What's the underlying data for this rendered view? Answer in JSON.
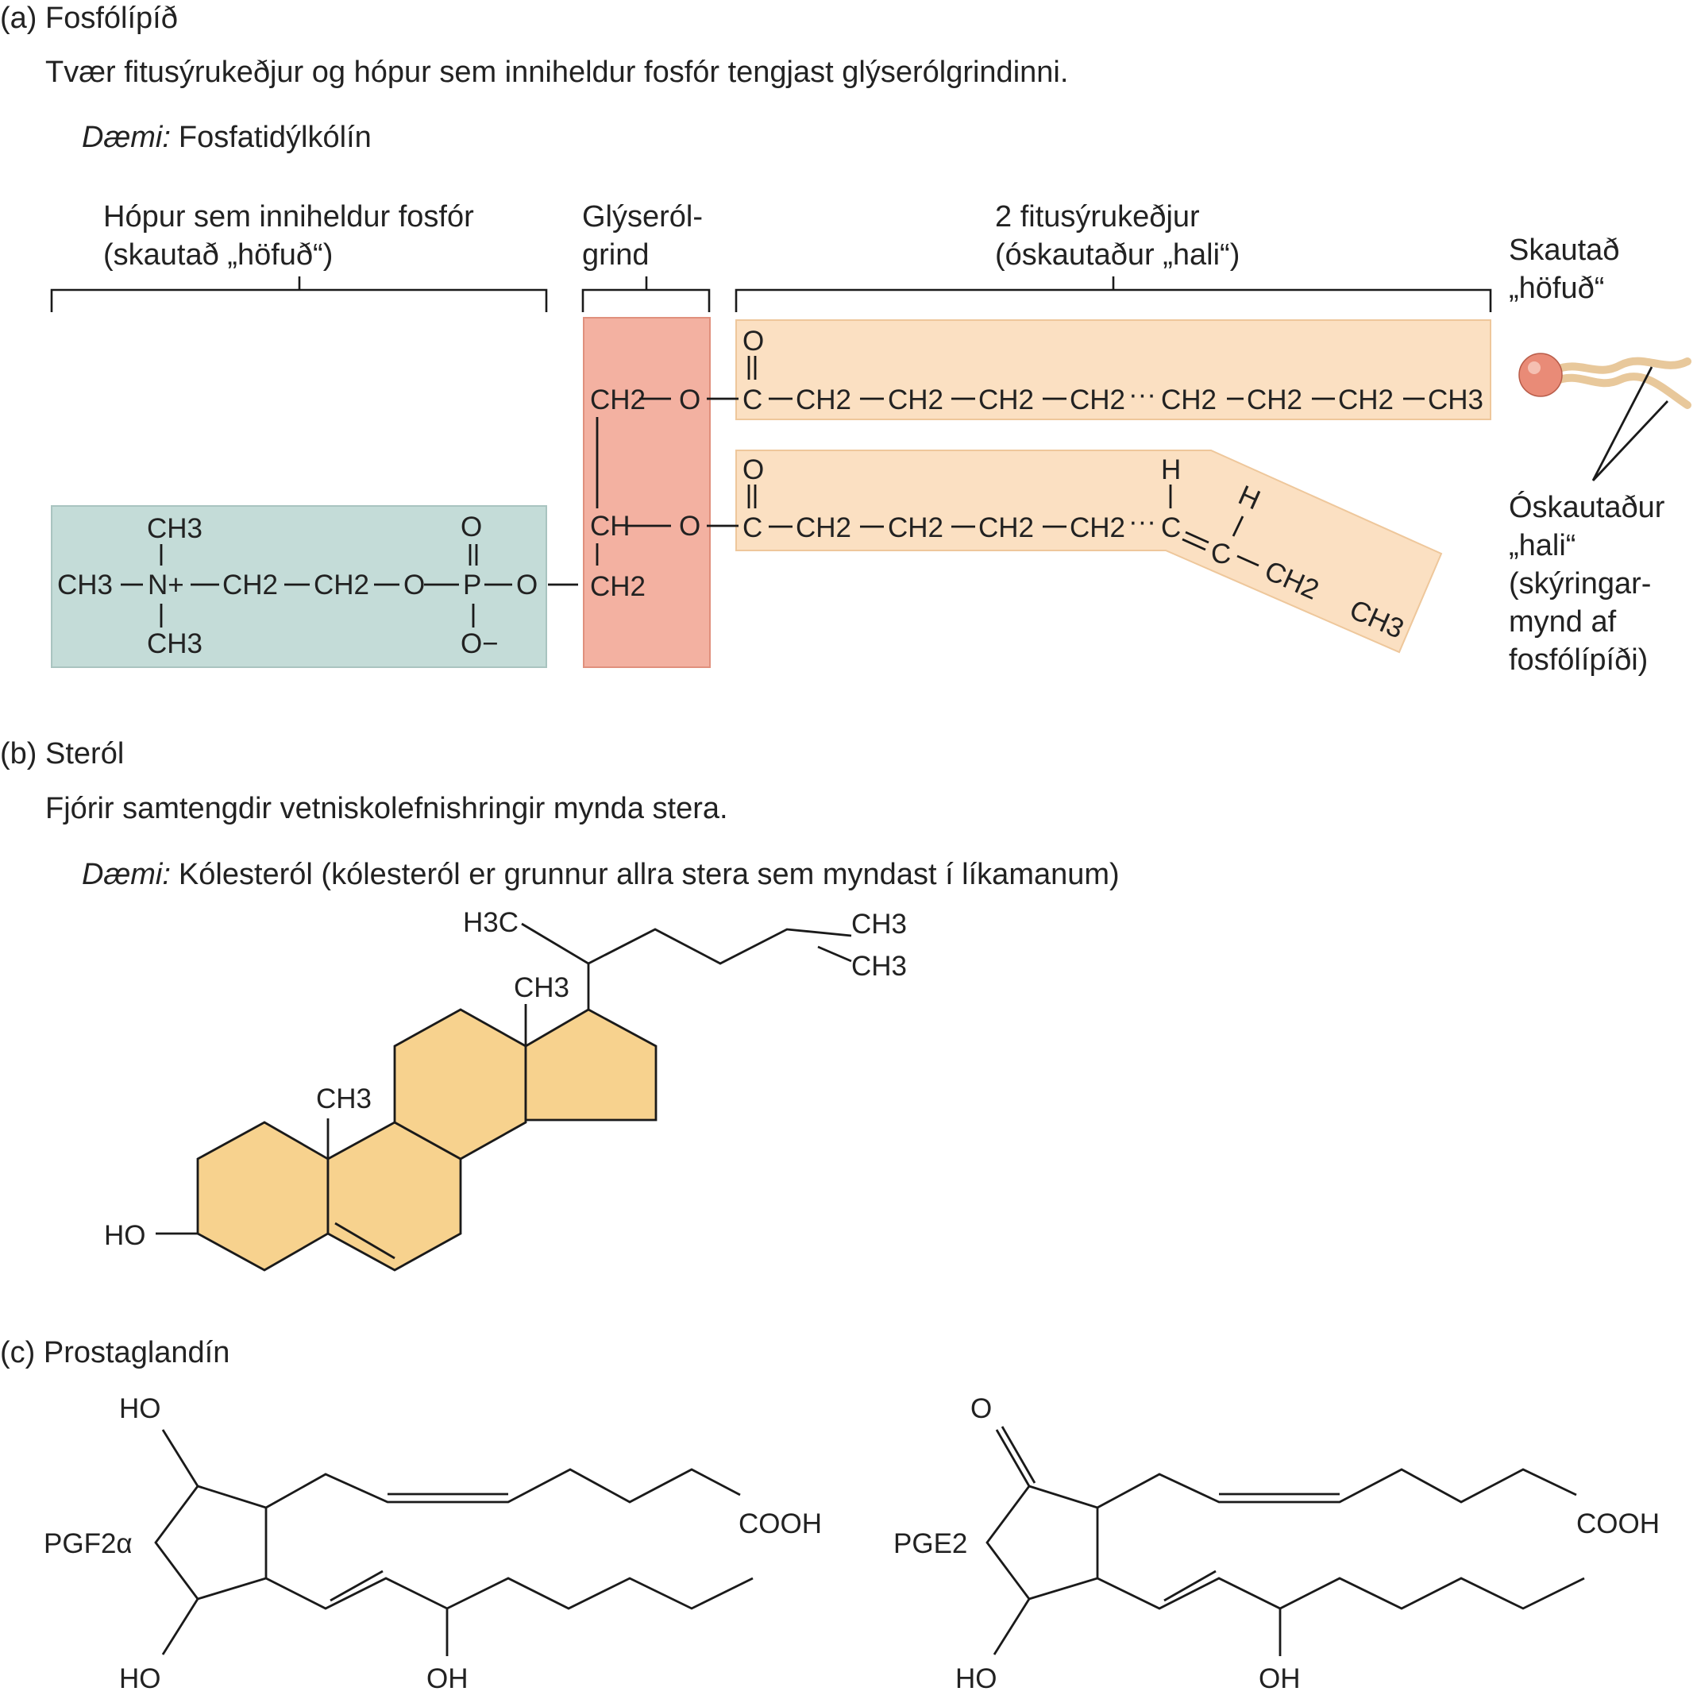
{
  "colors": {
    "head_box": "#c4dcd8",
    "glycerol_box": "#f3b1a1",
    "tail_box": "#fbe0c2",
    "steroid_ring": "#f7d28e",
    "head_ball": "#e98b77",
    "tail_wave": "#e8c89b",
    "stroke": "#1a1a1a",
    "text": "#222222"
  },
  "section_a": {
    "title": "(a) Fosfólípíð",
    "desc": "Tvær fitusýrukeðjur og hópur sem inniheldur fosfór tengjast glýserólgrindinni.",
    "example_label": "Dæmi:",
    "example": "Fosfatidýlkólín",
    "bracket_head": [
      "Hópur sem inniheldur fosfór",
      "(skautað „höfuð“)"
    ],
    "bracket_glycerol": [
      "Glýseról-",
      "grind"
    ],
    "bracket_tails": [
      "2 fitusýrukeðjur",
      "(óskautaður „hali“)"
    ],
    "polar_head_label": [
      "Skautað",
      "„höfuð“"
    ],
    "nonpolar_tail_label": [
      "Óskautaður",
      "„hali“",
      "(skýringar-",
      "mynd af",
      "fosfólípíði)"
    ],
    "head_group": {
      "ch3_top": "CH3",
      "ch3_left": "CH3",
      "ch3_bottom": "CH3",
      "n_plus": "N+",
      "ch2_1": "CH2",
      "ch2_2": "CH2",
      "o_1": "O",
      "p": "P",
      "o_2": "O",
      "o_double": "O",
      "o_minus": "O−"
    },
    "glycerol": {
      "c1": "CH2",
      "o1": "O",
      "c2": "CH",
      "o2": "O",
      "c3": "CH2"
    },
    "tail_1": {
      "carbonyl_o": "O",
      "c": "C",
      "ch2_1": "CH2",
      "ch2_2": "CH2",
      "ch2_3": "CH2",
      "ch2_4": "CH2",
      "dots": "···",
      "ch2_5": "CH2",
      "ch2_6": "CH2",
      "ch2_7": "CH2",
      "ch3": "CH3"
    },
    "tail_2": {
      "carbonyl_o": "O",
      "c": "C",
      "ch2_1": "CH2",
      "ch2_2": "CH2",
      "ch2_3": "CH2",
      "ch2_4": "CH2",
      "dots": "···",
      "c_h": "C",
      "h_1": "H",
      "c_2": "C",
      "h_2": "H",
      "ch2_end": "CH2",
      "ch3": "CH3"
    }
  },
  "section_b": {
    "title": "(b) Steról",
    "desc": "Fjórir samtengdir vetniskolefnishringir mynda stera.",
    "example_label": "Dæmi:",
    "example": "Kólesteról (kólesteról er grunnur allra stera sem myndast í líkamanum)",
    "ho": "HO",
    "ch3_a": "CH3",
    "ch3_b": "CH3",
    "h3c": "H3C",
    "ch3_c": "CH3",
    "ch3_d": "CH3"
  },
  "section_c": {
    "title": "(c) Prostaglandín",
    "pgf": {
      "name": "PGF2α",
      "ho_top": "HO",
      "ho_bottom": "HO",
      "oh": "OH",
      "cooh": "COOH"
    },
    "pge": {
      "name": "PGE2",
      "o_top": "O",
      "ho_bottom": "HO",
      "oh": "OH",
      "cooh": "COOH"
    }
  }
}
